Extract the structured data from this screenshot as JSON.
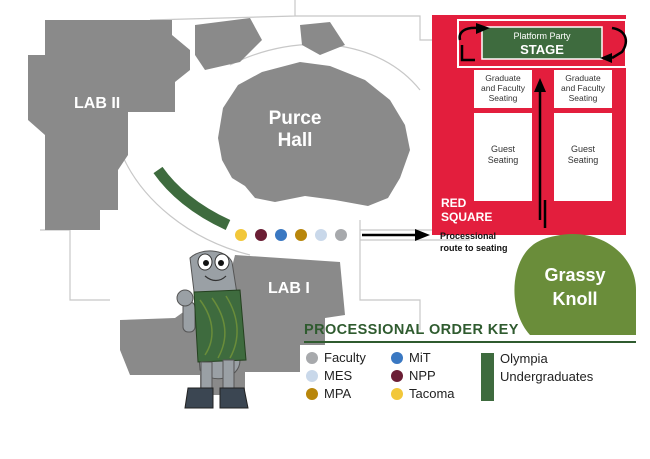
{
  "buildings": {
    "lab_ii": "LAB II",
    "purce_hall_line1": "Purce",
    "purce_hall_line2": "Hall",
    "lab_i": "LAB I"
  },
  "red_square": {
    "label_line1": "RED",
    "label_line2": "SQUARE",
    "stage_caption": "Platform Party",
    "stage_label": "STAGE",
    "left_top_line1": "Graduate",
    "left_top_line2": "and Faculty",
    "left_top_line3": "Seating",
    "right_top_line1": "Graduate",
    "right_top_line2": "and Faculty",
    "right_top_line3": "Seating",
    "left_guest_line1": "Guest",
    "left_guest_line2": "Seating",
    "right_guest_line1": "Guest",
    "right_guest_line2": "Seating"
  },
  "route": {
    "label_line1": "Processional",
    "label_line2": "route to seating"
  },
  "grassy_knoll": {
    "line1": "Grassy",
    "line2": "Knoll"
  },
  "key": {
    "title": "PROCESSIONAL ORDER KEY",
    "items": [
      {
        "label": "Faculty",
        "color": "#a7a9ac"
      },
      {
        "label": "MES",
        "color": "#c9d8ea"
      },
      {
        "label": "MPA",
        "color": "#b8860b"
      },
      {
        "label": "MiT",
        "color": "#3a78c2"
      },
      {
        "label": "NPP",
        "color": "#6b1e35"
      },
      {
        "label": "Tacoma",
        "color": "#f2c73a"
      }
    ],
    "olympia_line1": "Olympia",
    "olympia_line2": "Undergraduates",
    "olympia_color": "#3e6b3e"
  },
  "colors": {
    "building": "#8a8a8a",
    "red_square": "#e31e3d",
    "stage": "#3e6b3e",
    "knoll": "#6a8d3a",
    "route": "#000000"
  }
}
